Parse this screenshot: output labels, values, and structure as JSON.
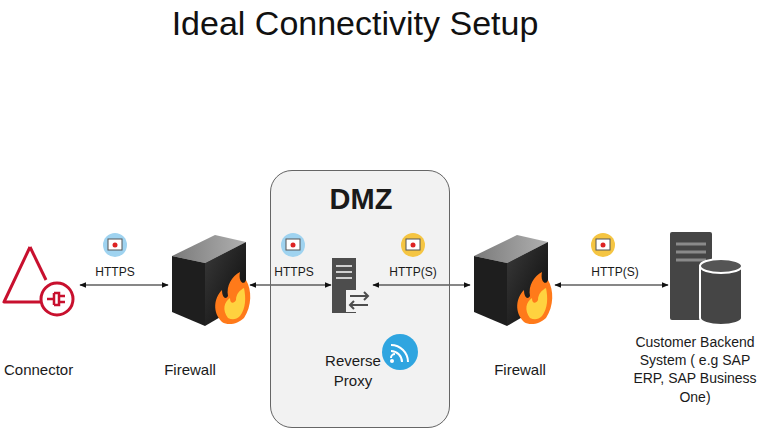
{
  "diagram": {
    "title": "Ideal Connectivity Setup",
    "nodes": [
      {
        "text": [
          "Connector"
        ]
      },
      {
        "text": [
          "Firewall"
        ]
      },
      {
        "text": [
          "DMZ"
        ]
      },
      {
        "text": [
          "Reverse Proxy"
        ],
        "in": 2
      },
      {
        "text": [
          "Firewall"
        ]
      },
      {
        "text": [
          "Customer Backend System ( e.g SAP ERP, SAP Business One)"
        ]
      }
    ],
    "edges": [
      {
        "from": 0,
        "to": 1,
        "label": "HTTPS",
        "arrow": "both"
      },
      {
        "from": 1,
        "to": 3,
        "label": "HTTPS",
        "arrow": "both"
      },
      {
        "from": 3,
        "to": 4,
        "label": "HTTP(S)",
        "arrow": "both"
      },
      {
        "from": 4,
        "to": 5,
        "label": "HTTP(S)",
        "arrow": "both"
      }
    ]
  }
}
